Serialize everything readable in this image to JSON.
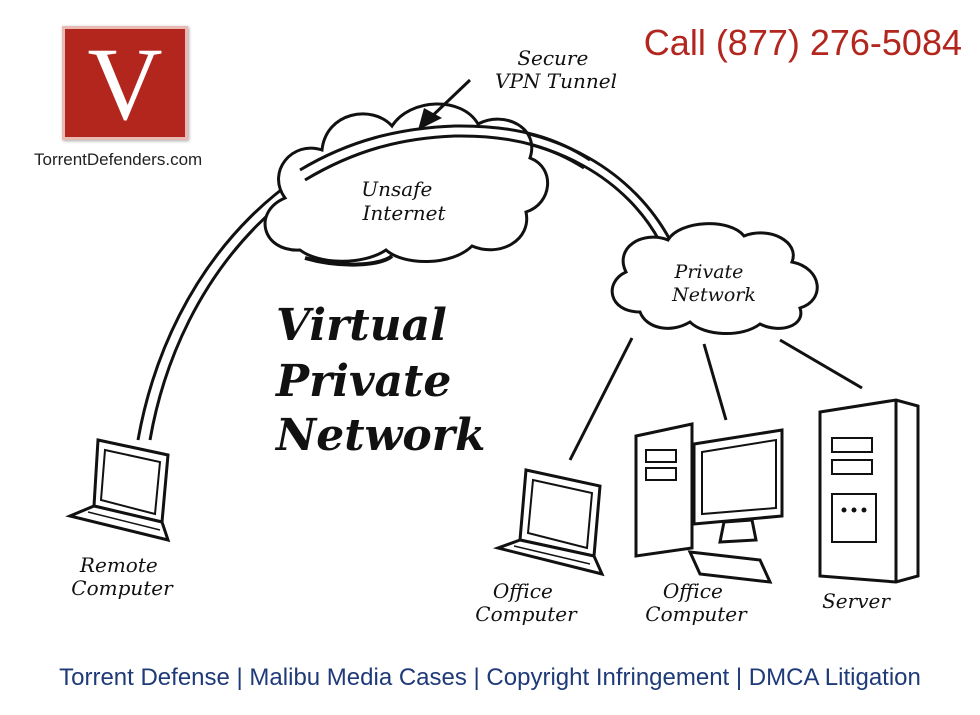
{
  "brand": {
    "logo_letter": "V",
    "site": "TorrentDefenders.com",
    "phone": "Call (877) 276-5084",
    "accent": "#b3261e",
    "footer_color": "#1f3a78"
  },
  "diagram": {
    "title_lines": [
      "Virtual",
      "Private",
      "Network"
    ],
    "tunnel_label_lines": [
      "Secure",
      "VPN Tunnel"
    ],
    "internet_cloud_lines": [
      "Unsafe",
      "Internet"
    ],
    "private_cloud_lines": [
      "Private",
      "Network"
    ],
    "remote_label_lines": [
      "Remote",
      "Computer"
    ],
    "office1_label_lines": [
      "Office",
      "Computer"
    ],
    "office2_label_lines": [
      "Office",
      "Computer"
    ],
    "server_label": "Server"
  },
  "footer": "Torrent Defense | Malibu Media Cases | Copyright Infringement | DMCA Litigation"
}
